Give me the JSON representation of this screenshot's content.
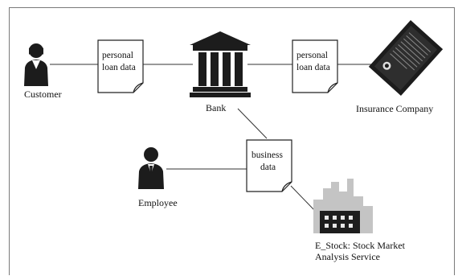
{
  "nodes": {
    "customer": "Customer",
    "bank": "Bank",
    "insurance": "Insurance Company",
    "employee": "Employee",
    "estock_line1": "E_Stock: Stock Market",
    "estock_line2": "Analysis Service"
  },
  "documents": {
    "doc1": [
      "personal",
      "loan data"
    ],
    "doc2": [
      "personal",
      "loan data"
    ],
    "doc3": [
      "business",
      "data"
    ]
  },
  "icons": {
    "customer": "female-person-icon",
    "bank": "bank-building-icon",
    "insurance": "contract-document-icon",
    "employee": "male-person-icon",
    "estock": "city-skyline-icon"
  },
  "colors": {
    "stroke": "#333333",
    "icon": "#1c1c1c",
    "skyline": "#bdbdbd"
  }
}
